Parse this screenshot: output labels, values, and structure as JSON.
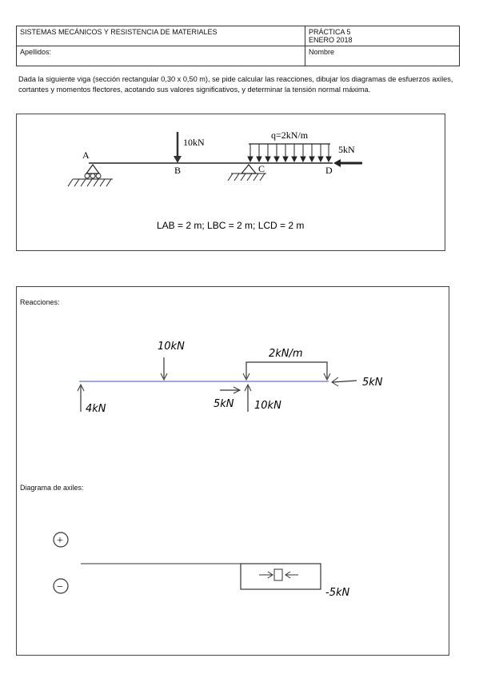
{
  "header": {
    "course": "SISTEMAS MECÁNICOS Y RESISTENCIA DE MATERIALES",
    "practice": "PRÁCTICA 5",
    "date": "ENERO 2018",
    "surname_label": "Apellidos:",
    "name_label": "Nombre"
  },
  "statement": "Dada la siguiente viga (sección rectangular 0,30 x 0,50 m), se pide calcular las reacciones, dibujar los diagramas de esfuerzos axiles, cortantes y momentos flectores, acotando sus valores significativos, y determinar la tensión normal máxima.",
  "figure": {
    "load_point": "10kN",
    "load_distributed": "q=2kN/m",
    "load_axial": "5kN",
    "node_a": "A",
    "node_b": "B",
    "node_c": "C",
    "node_d": "D",
    "lengths": "LAB = 2 m; LBC = 2 m; LCD = 2 m"
  },
  "answer": {
    "reactions_label": "Reacciones:",
    "hand_point_load": "10kN",
    "hand_distributed": "2kN/m",
    "hand_axial_end": "5kN",
    "hand_reaction_a": "4kN",
    "hand_reaction_c_h": "5kN",
    "hand_reaction_c_v": "10kN",
    "axial_label": "Diagrama de axiles:",
    "plus_sign": "+",
    "minus_sign": "−",
    "axial_value": "-5kN"
  }
}
